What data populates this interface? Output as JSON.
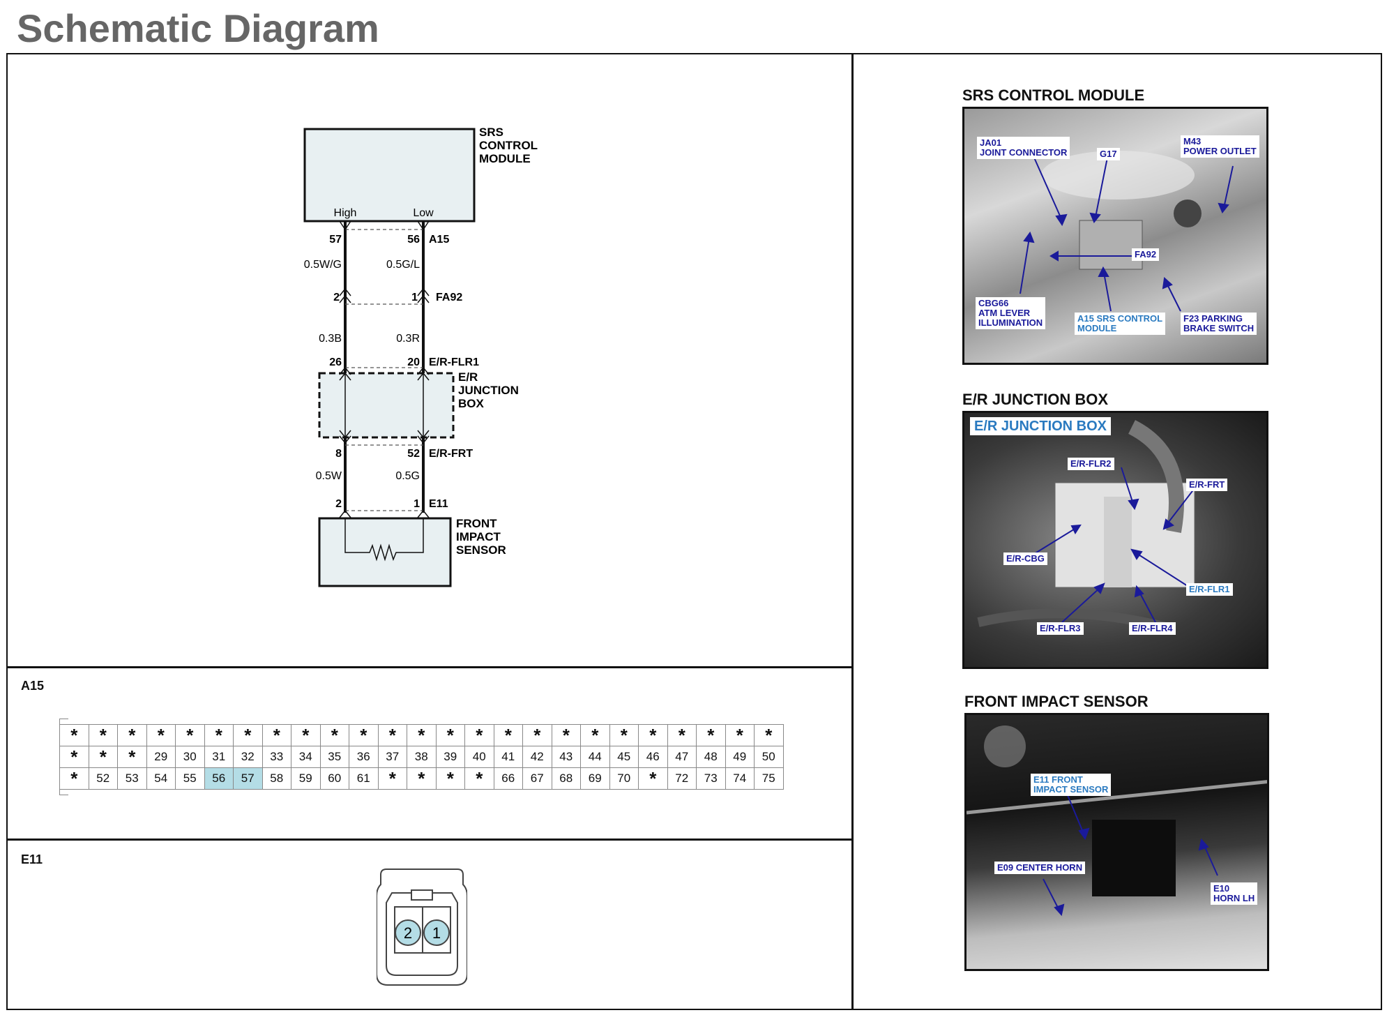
{
  "page_title": "Schematic Diagram",
  "schematic": {
    "srs_module": {
      "label": [
        "SRS",
        "CONTROL",
        "MODULE"
      ],
      "pin_high": "High",
      "pin_low": "Low"
    },
    "a15": {
      "name": "A15",
      "pin_left": "57",
      "pin_right": "56"
    },
    "wires_top": {
      "left": "0.5W/G",
      "right": "0.5G/L"
    },
    "fa92": {
      "name": "FA92",
      "pin_left": "2",
      "pin_right": "1"
    },
    "wires_mid": {
      "left": "0.3B",
      "right": "0.3R"
    },
    "erflr1": {
      "name": "E/R-FLR1",
      "pin_left": "26",
      "pin_right": "20"
    },
    "junction_box": {
      "label": [
        "E/R",
        "JUNCTION",
        "BOX"
      ]
    },
    "erfrt": {
      "name": "E/R-FRT",
      "pin_left": "8",
      "pin_right": "52"
    },
    "wires_bottom": {
      "left": "0.5W",
      "right": "0.5G"
    },
    "e11": {
      "name": "E11",
      "pin_left": "2",
      "pin_right": "1"
    },
    "sensor": {
      "label": [
        "FRONT",
        "IMPACT",
        "SENSOR"
      ]
    }
  },
  "connector_a15": {
    "label": "A15",
    "rows": [
      [
        "*",
        "*",
        "*",
        "*",
        "*",
        "*",
        "*",
        "*",
        "*",
        "*",
        "*",
        "*",
        "*",
        "*",
        "*",
        "*",
        "*",
        "*",
        "*",
        "*",
        "*",
        "*",
        "*",
        "*",
        "*"
      ],
      [
        "*",
        "*",
        "*",
        "29",
        "30",
        "31",
        "32",
        "33",
        "34",
        "35",
        "36",
        "37",
        "38",
        "39",
        "40",
        "41",
        "42",
        "43",
        "44",
        "45",
        "46",
        "47",
        "48",
        "49",
        "50"
      ],
      [
        "*",
        "52",
        "53",
        "54",
        "55",
        "56",
        "57",
        "58",
        "59",
        "60",
        "61",
        "*",
        "*",
        "*",
        "*",
        "66",
        "67",
        "68",
        "69",
        "70",
        "*",
        "72",
        "73",
        "74",
        "75"
      ]
    ],
    "highlighted": [
      "56",
      "57"
    ]
  },
  "connector_e11": {
    "label": "E11",
    "pins": [
      "2",
      "1"
    ]
  },
  "photos": [
    {
      "title": "SRS CONTROL MODULE",
      "callouts": [
        "JA01\nJOINT CONNECTOR",
        "G17",
        "M43\nPOWER OUTLET",
        "FA92",
        "CBG66\nATM LEVER\nILLUMINATION",
        "A15 SRS CONTROL\nMODULE",
        "F23 PARKING\nBRAKE SWITCH"
      ]
    },
    {
      "title": "E/R JUNCTION BOX",
      "callouts": [
        "E/R JUNCTION BOX",
        "E/R-FLR2",
        "E/R-FRT",
        "E/R-CBG",
        "E/R-FLR1",
        "E/R-FLR3",
        "E/R-FLR4"
      ]
    },
    {
      "title": "FRONT IMPACT SENSOR",
      "callouts": [
        "E11 FRONT\nIMPACT SENSOR",
        "E09 CENTER HORN",
        "E10\nHORN LH"
      ]
    }
  ],
  "colors": {
    "title_gray": "#666666",
    "highlight_cell": "#b4dde6",
    "callout_blue": "#1a1a9a",
    "callout_light_blue": "#2a7ac0",
    "box_fill": "#e8f0f2"
  }
}
